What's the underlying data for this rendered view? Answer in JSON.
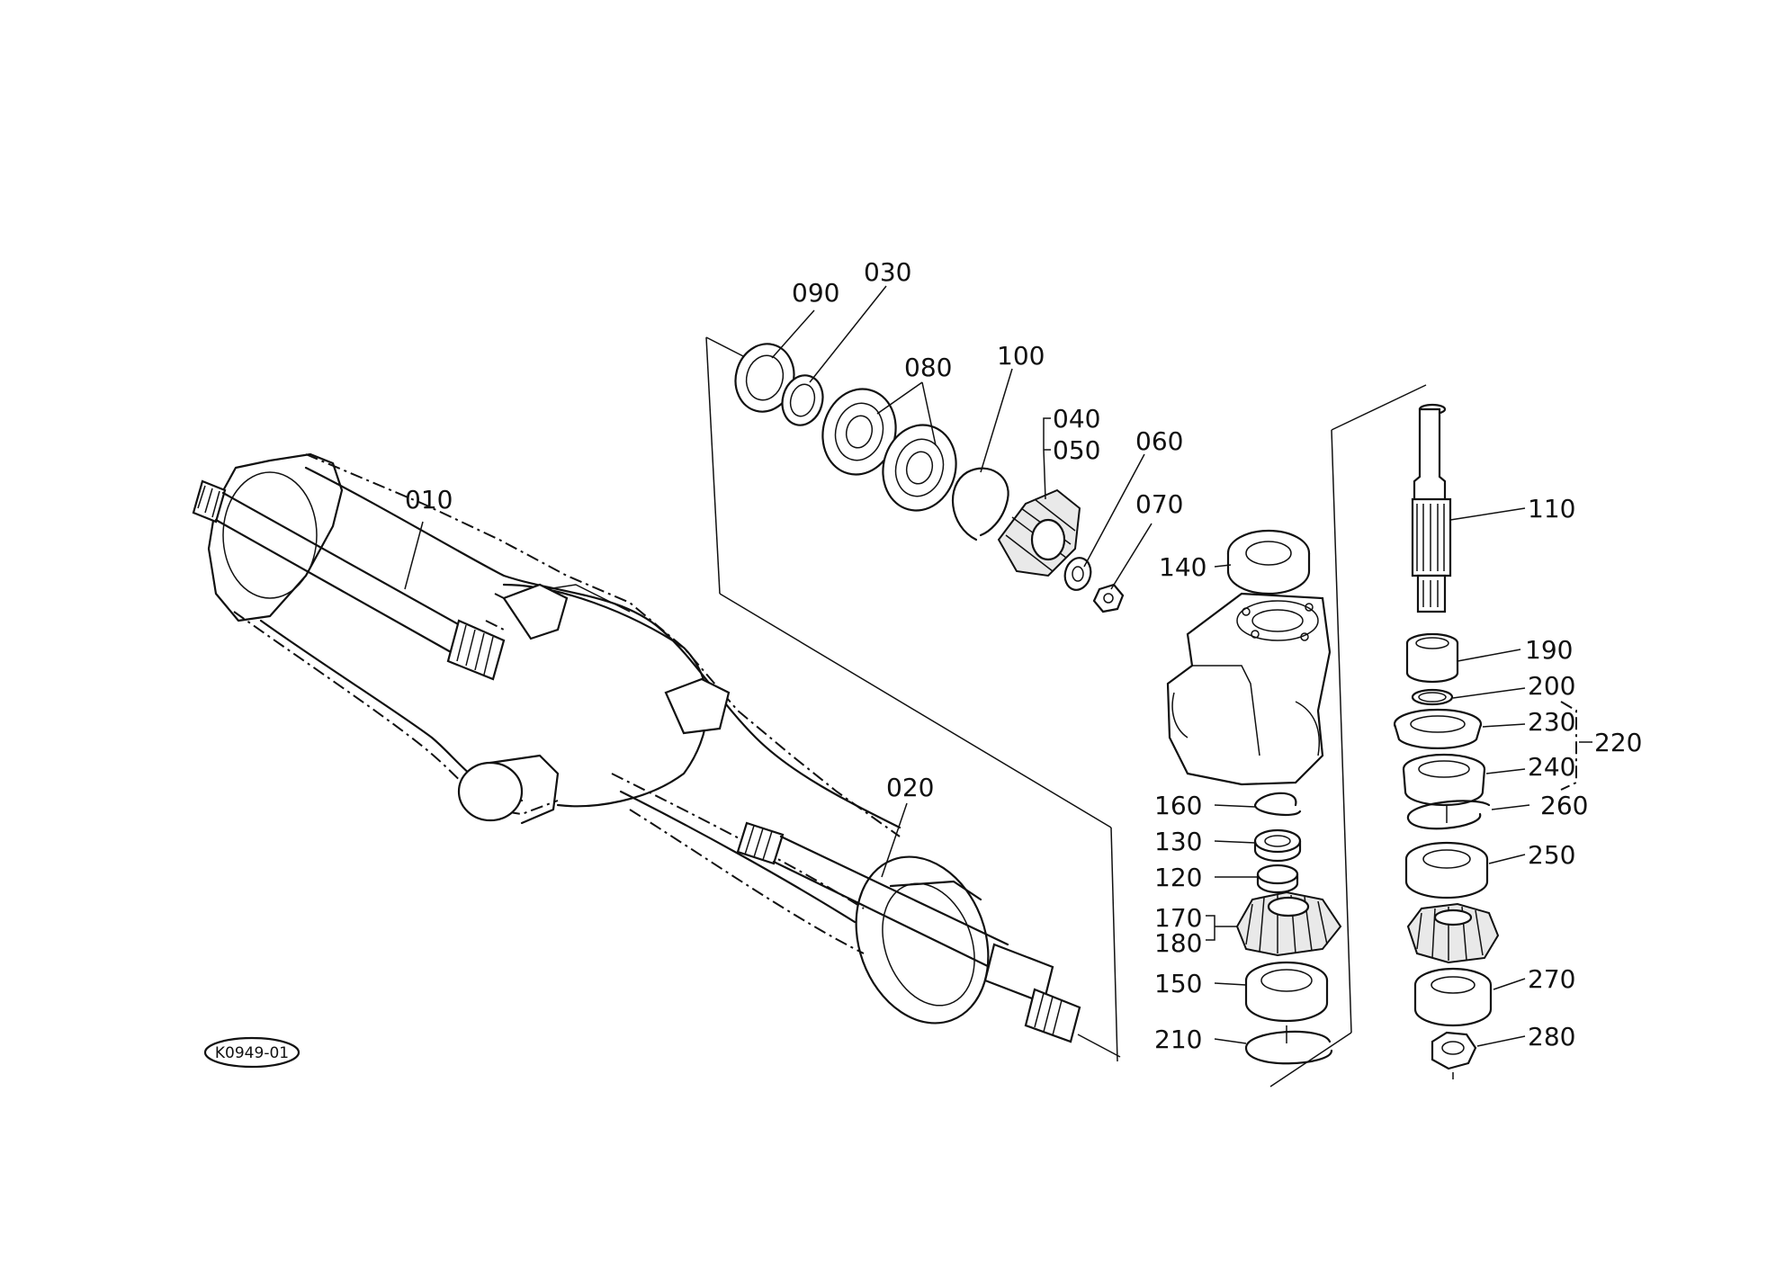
{
  "diagram_code": "K0949-01",
  "parts": {
    "p010": "010",
    "p020": "020",
    "p030": "030",
    "p040": "040",
    "p050": "050",
    "p060": "060",
    "p070": "070",
    "p080": "080",
    "p090": "090",
    "p100": "100",
    "p110": "110",
    "p120": "120",
    "p130": "130",
    "p140": "140",
    "p150": "150",
    "p160": "160",
    "p170": "170",
    "p180": "180",
    "p190": "190",
    "p200": "200",
    "p210": "210",
    "p220": "220",
    "p230": "230",
    "p240": "240",
    "p250": "250",
    "p260": "260",
    "p270": "270",
    "p280": "280"
  }
}
